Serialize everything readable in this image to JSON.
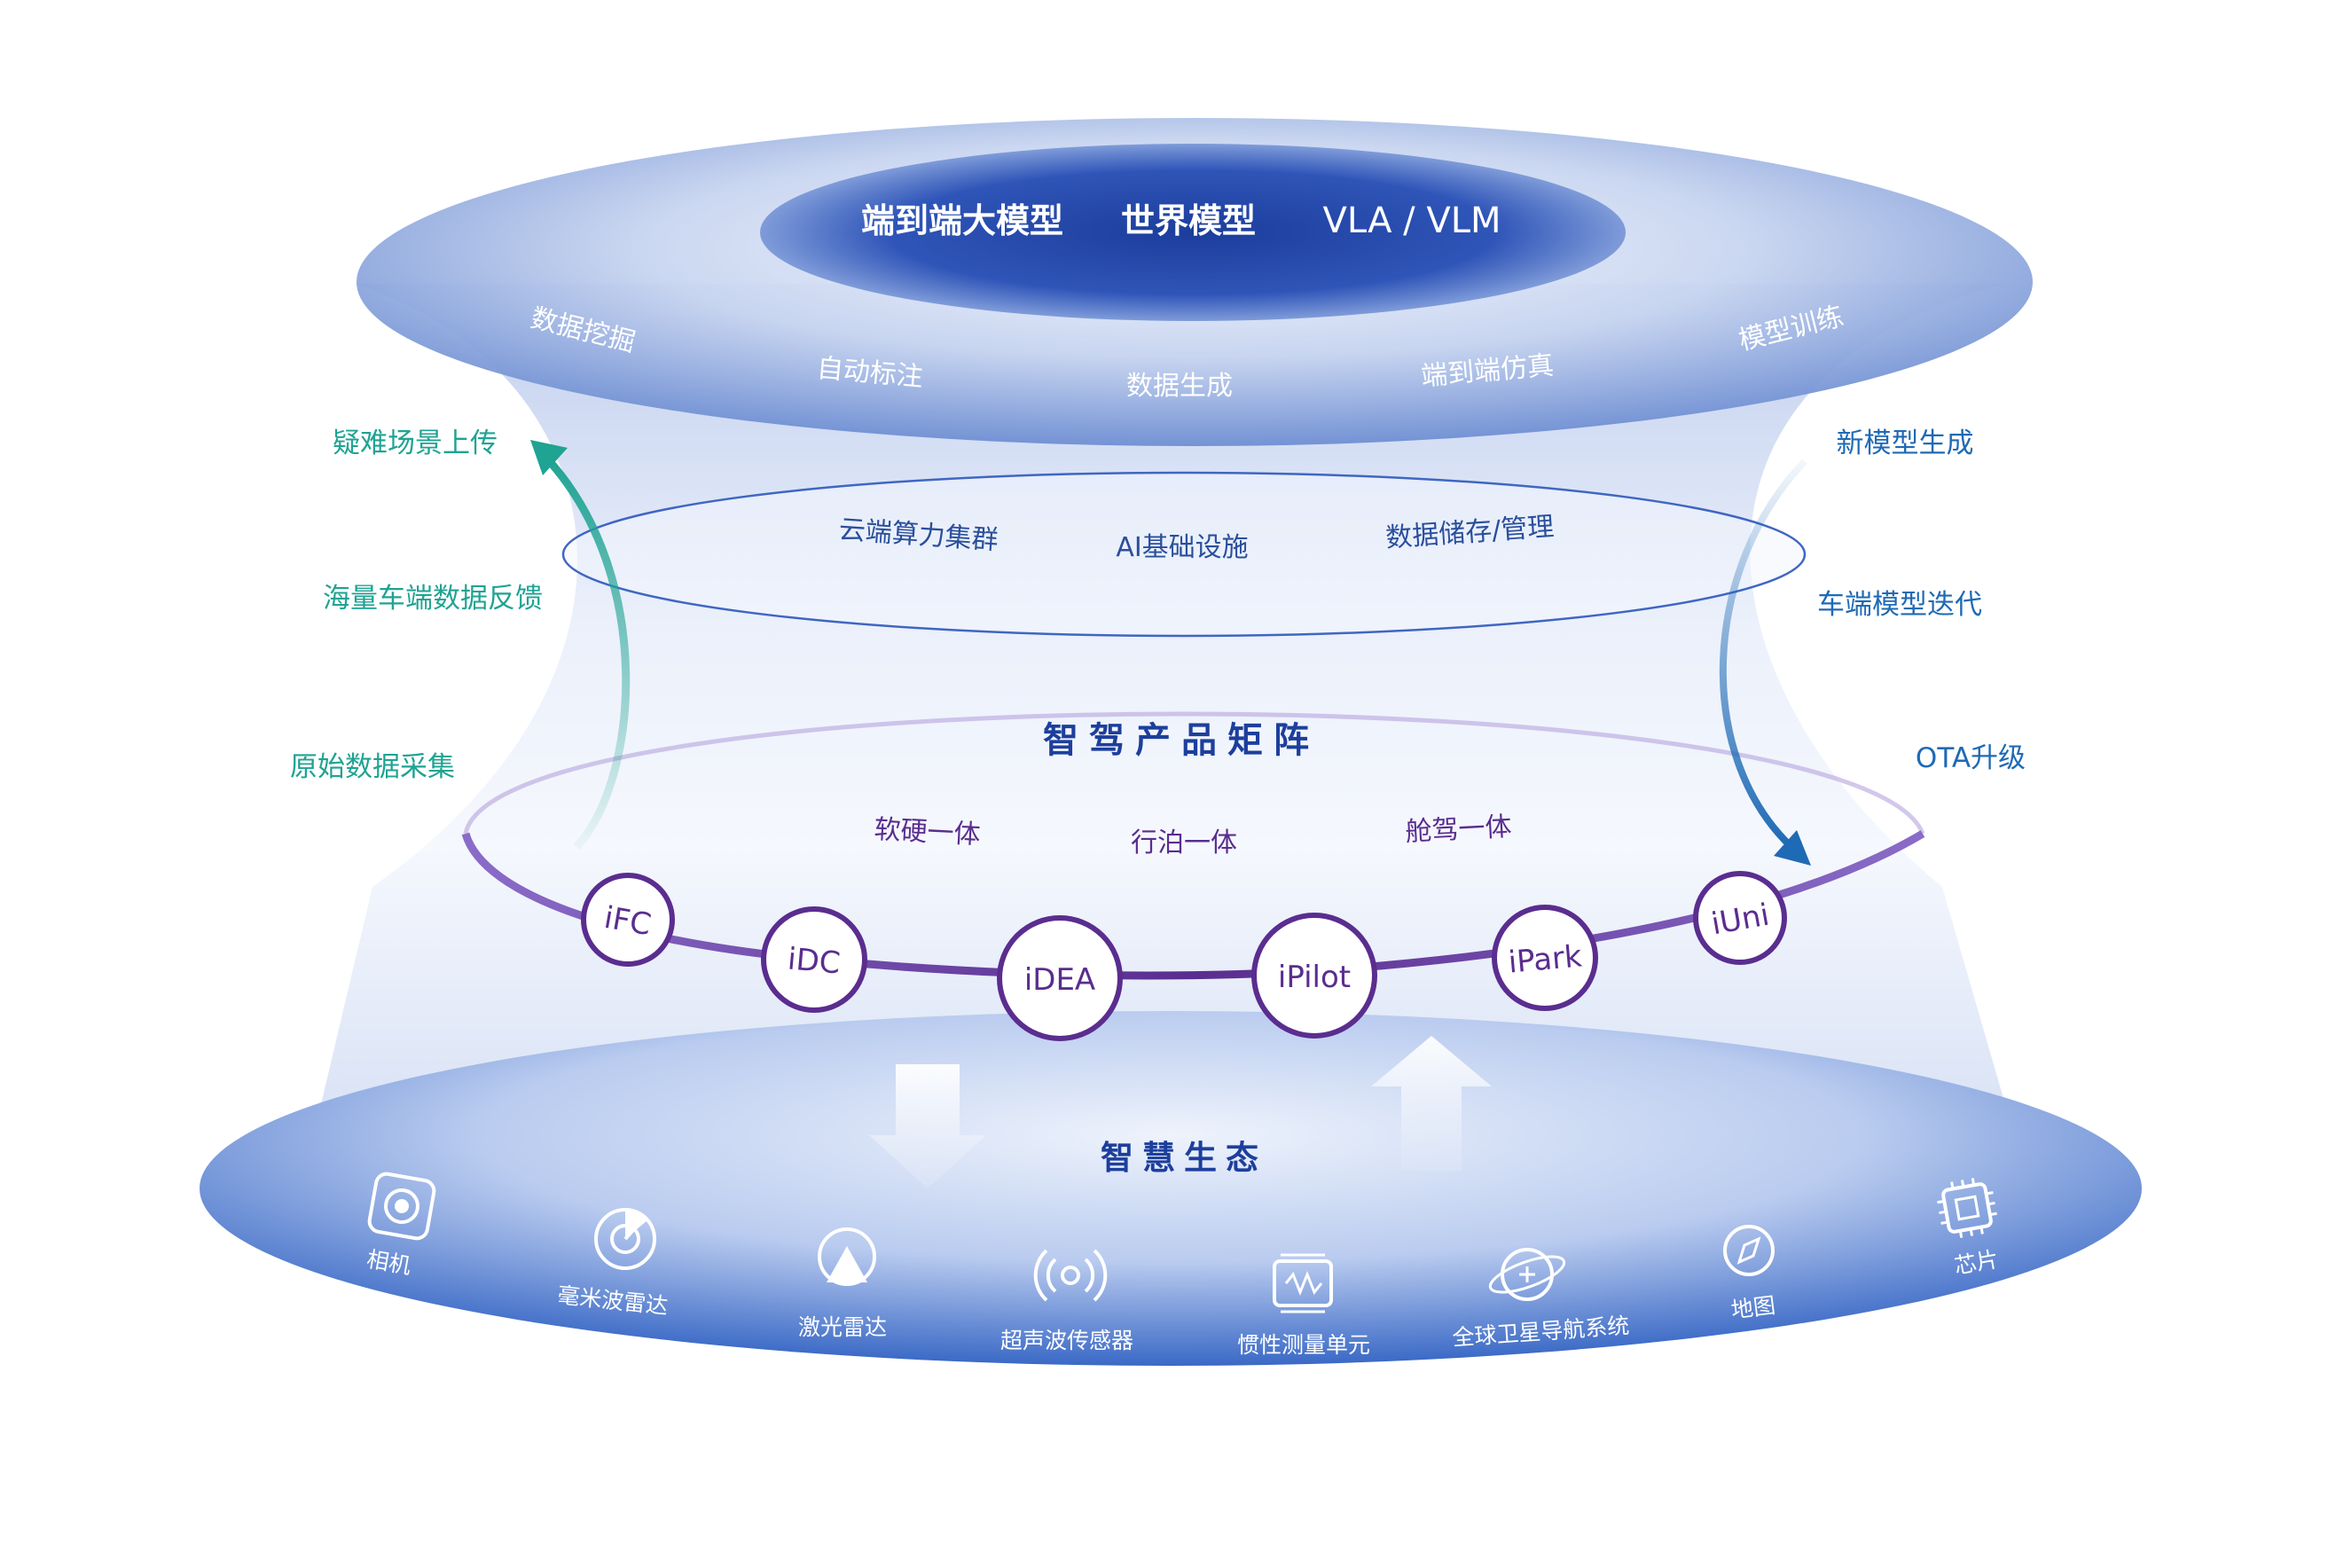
{
  "top_layer": {
    "models": [
      "端到端大模型",
      "世界模型",
      "VLA / VLM"
    ],
    "capabilities": [
      "数据挖掘",
      "自动标注",
      "数据生成",
      "端到端仿真",
      "模型训练"
    ]
  },
  "infra_layer": {
    "items": [
      "云端算力集群",
      "AI基础设施",
      "数据储存/管理"
    ]
  },
  "left_flow": {
    "steps": [
      "疑难场景上传",
      "海量车端数据反馈",
      "原始数据采集"
    ],
    "color": "#1fa392"
  },
  "right_flow": {
    "steps": [
      "新模型生成",
      "车端模型迭代",
      "OTA升级"
    ],
    "color": "#1f6ab5"
  },
  "product_matrix": {
    "title": "智驾产品矩阵",
    "features": [
      "软硬一体",
      "行泊一体",
      "舱驾一体"
    ],
    "products": [
      "iFC",
      "iDC",
      "iDEA",
      "iPilot",
      "iPark",
      "iUni"
    ],
    "color": "#5a2d8f"
  },
  "ecosystem": {
    "title": "智慧生态",
    "items": [
      {
        "label": "相机",
        "icon": "camera-icon"
      },
      {
        "label": "毫米波雷达",
        "icon": "radar-icon"
      },
      {
        "label": "激光雷达",
        "icon": "lidar-icon"
      },
      {
        "label": "超声波传感器",
        "icon": "ultrasonic-icon"
      },
      {
        "label": "惯性测量单元",
        "icon": "imu-icon"
      },
      {
        "label": "全球卫星导航系统",
        "icon": "gnss-icon"
      },
      {
        "label": "地图",
        "icon": "map-icon"
      },
      {
        "label": "芯片",
        "icon": "chip-icon"
      }
    ]
  }
}
